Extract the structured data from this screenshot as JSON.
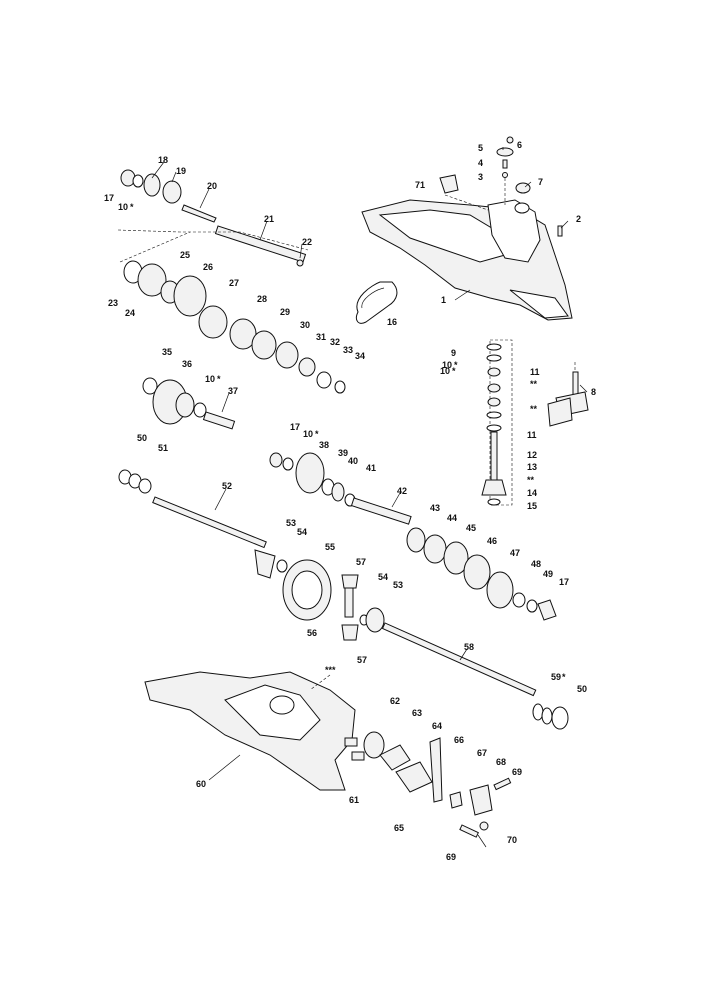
{
  "labels": {
    "l1": "1",
    "l2": "2",
    "l3": "3",
    "l4": "4",
    "l5": "5",
    "l6": "6",
    "l7": "7",
    "l8": "8",
    "l9": "9",
    "l10a": "10",
    "l10b": "10",
    "l10c": "10",
    "l10d": "10",
    "l10e": "10",
    "l11a": "11",
    "l11b": "11",
    "l12": "12",
    "l13": "13",
    "l14": "14",
    "l15": "15",
    "l16": "16",
    "l17a": "17",
    "l17b": "17",
    "l17c": "17",
    "l18": "18",
    "l19": "19",
    "l20": "20",
    "l21": "21",
    "l22": "22",
    "l23": "23",
    "l24": "24",
    "l25": "25",
    "l26": "26",
    "l27": "27",
    "l28": "28",
    "l29": "29",
    "l30": "30",
    "l31": "31",
    "l32": "32",
    "l33": "33",
    "l34": "34",
    "l35": "35",
    "l36": "36",
    "l37": "37",
    "l38": "38",
    "l39": "39",
    "l40": "40",
    "l41": "41",
    "l42": "42",
    "l43": "43",
    "l44": "44",
    "l45": "45",
    "l46": "46",
    "l47": "47",
    "l48": "48",
    "l49": "49",
    "l50a": "50",
    "l50b": "50",
    "l51": "51",
    "l52": "52",
    "l53a": "53",
    "l53b": "53",
    "l54a": "54",
    "l54b": "54",
    "l55": "55",
    "l56": "56",
    "l57a": "57",
    "l57b": "57",
    "l58": "58",
    "l59": "59",
    "l60": "60",
    "l61": "61",
    "l62": "62",
    "l63": "63",
    "l64": "64",
    "l65": "65",
    "l66": "66",
    "l67": "67",
    "l68": "68",
    "l69a": "69",
    "l69b": "69",
    "l70": "70",
    "l71": "71"
  },
  "marks": {
    "star1": "*",
    "star2": "*",
    "star3": "*",
    "star4": "*",
    "star5": "*",
    "star6": "*",
    "dstar1": "**",
    "dstar2": "**",
    "dstar3": "**",
    "tstar": "***"
  }
}
